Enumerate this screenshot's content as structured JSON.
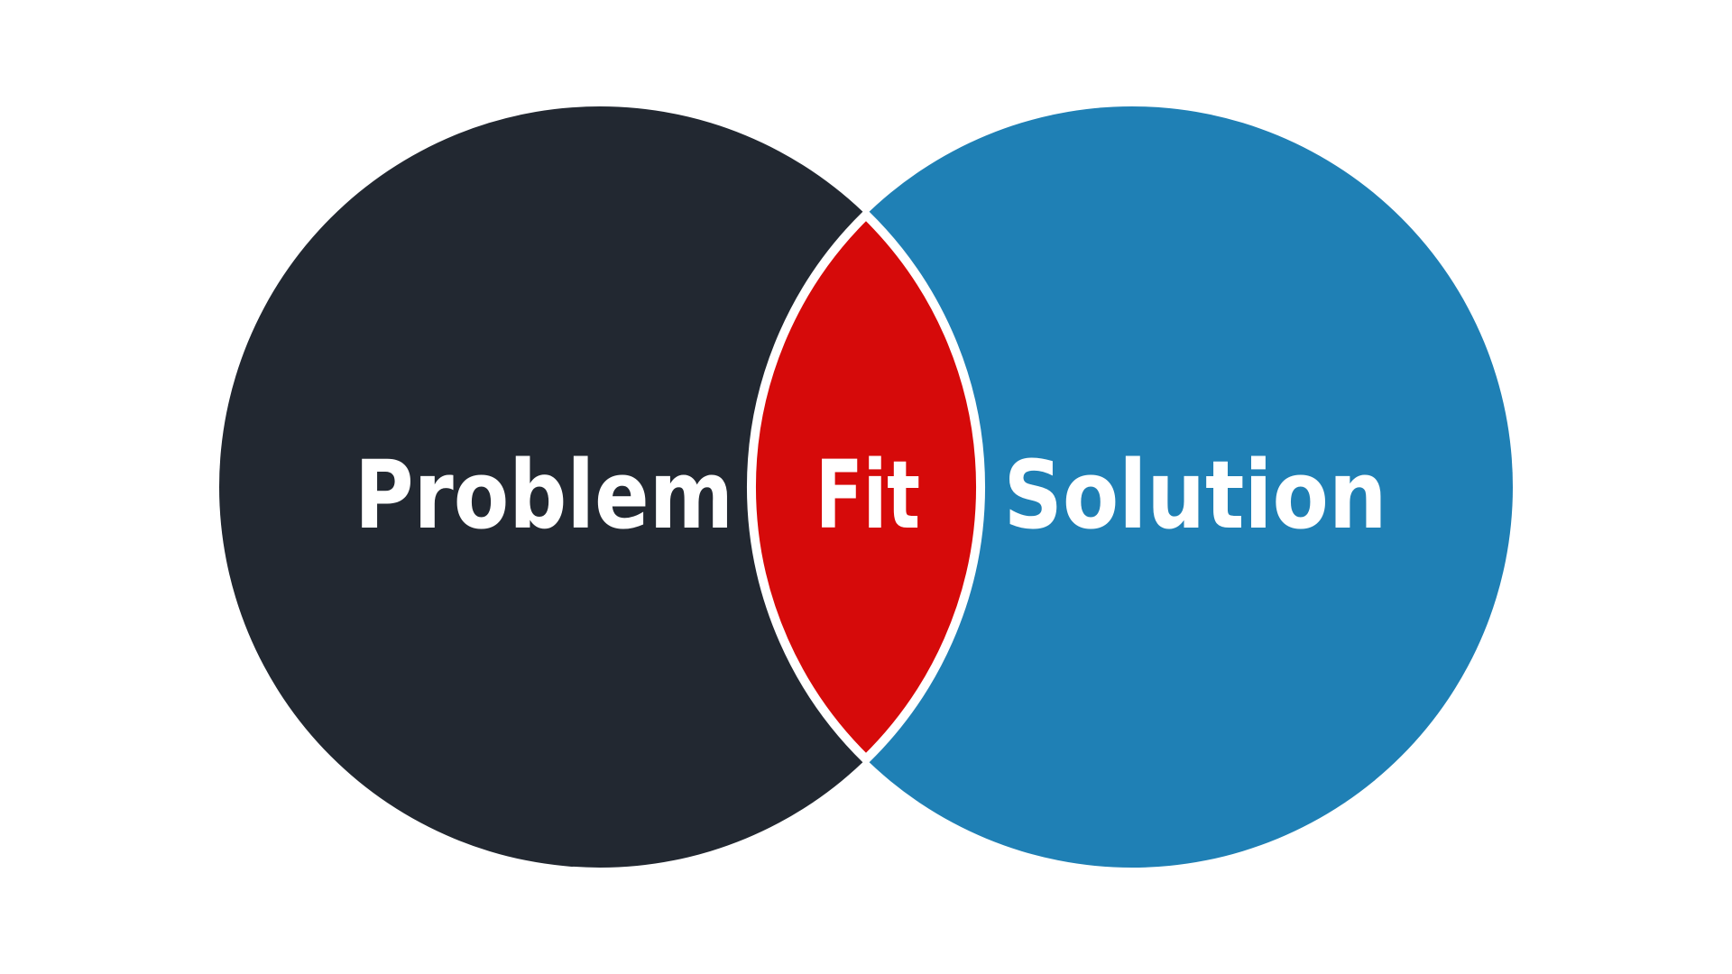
{
  "diagram": {
    "type": "venn",
    "left": {
      "label": "Problem",
      "color": "#222831"
    },
    "right": {
      "label": "Solution",
      "color": "#1f80b5"
    },
    "intersection": {
      "label": "Fit",
      "color": "#d60a0a",
      "outline": "#ffffff"
    },
    "background": "#ffffff"
  }
}
